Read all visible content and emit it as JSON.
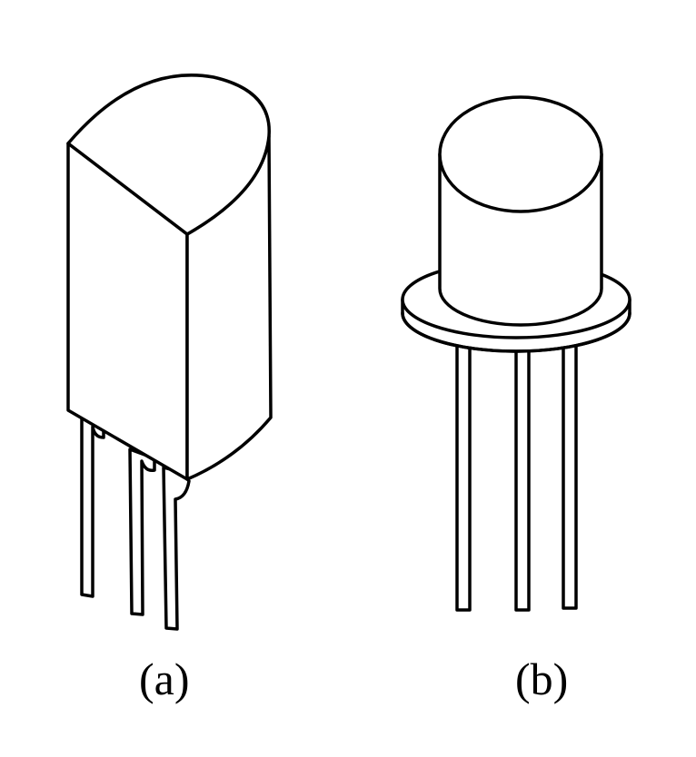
{
  "figure": {
    "labels": {
      "a": "(a)",
      "b": "(b)"
    },
    "components": {
      "a": {
        "shape": "half-round plastic package",
        "leads": 3
      },
      "b": {
        "shape": "metal can package",
        "leads": 3
      }
    }
  }
}
